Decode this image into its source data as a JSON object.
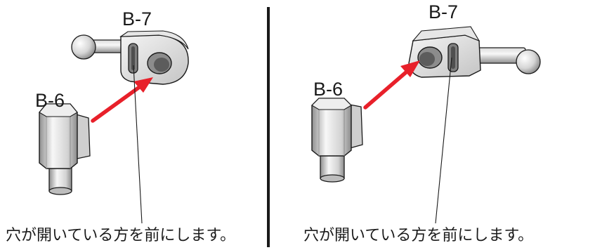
{
  "left_panel": {
    "label_b7": "B-7",
    "label_b6": "B-6",
    "caption": "穴が開いている方を前にします。"
  },
  "right_panel": {
    "label_b7": "B-7",
    "label_b6": "B-6",
    "caption": "穴が開いている方を前にします。"
  },
  "colors": {
    "arrow": "#e8202a",
    "outline": "#1a1a1a",
    "divider": "#1a1a1a"
  }
}
